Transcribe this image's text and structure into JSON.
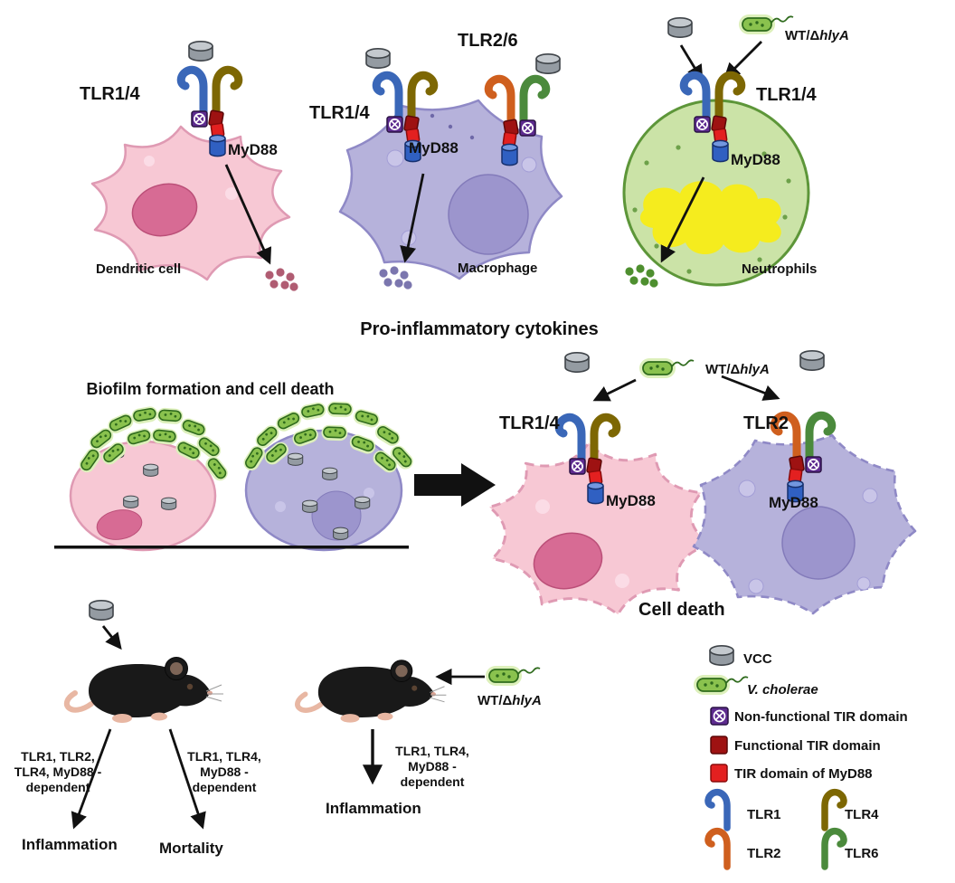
{
  "labels": {
    "pro_inflammatory": "Pro-inflammatory cytokines",
    "biofilm_title": "Biofilm formation and cell death",
    "cell_death": "Cell death",
    "wt_prefix": "WT/Δ",
    "wt_italic": "hlyA"
  },
  "cells": {
    "dendritic": {
      "name": "Dendritic cell",
      "receptor": "TLR1/4",
      "adaptor": "MyD88"
    },
    "macrophage": {
      "name": "Macrophage",
      "receptor_a": "TLR1/4",
      "receptor_b": "TLR2/6",
      "adaptor": "MyD88"
    },
    "neutrophil": {
      "name": "Neutrophils",
      "receptor": "TLR1/4",
      "adaptor": "MyD88"
    },
    "cell_death_pink": {
      "receptor": "TLR1/4",
      "adaptor": "MyD88"
    },
    "cell_death_purple": {
      "receptor": "TLR2",
      "adaptor": "MyD88"
    }
  },
  "mouse_pathways": {
    "vcc_inflammation": {
      "label": "TLR1, TLR2,\nTLR4, MyD88 -\ndependent",
      "outcome": "Inflammation"
    },
    "vcc_mortality": {
      "label": "TLR1, TLR4,\nMyD88 -\ndependent",
      "outcome": "Mortality"
    },
    "wt_inflammation": {
      "label": "TLR1, TLR4,\nMyD88 -\ndependent",
      "outcome": "Inflammation"
    }
  },
  "legend": {
    "vcc": "VCC",
    "v_cholerae": "V. cholerae",
    "non_functional_tir": "Non-functional TIR domain",
    "functional_tir": "Functional TIR domain",
    "tir_myd88": "TIR domain of MyD88",
    "tlr1": "TLR1",
    "tlr4": "TLR4",
    "tlr2": "TLR2",
    "tlr6": "TLR6"
  },
  "colors": {
    "tlr1": "#3a67b8",
    "tlr4": "#7d6703",
    "tlr2": "#cf5f1e",
    "tlr6": "#4b8a3c",
    "non_functional_tir": "#5d2b8f",
    "functional_tir": "#9e1212",
    "tir_myd88": "#e32020",
    "myd88_cyl": "#3060c2",
    "vcc_body": "#949ba2",
    "vcc_top": "#c4c9ce",
    "bacterium_fill": "#8ac24e",
    "bacterium_stroke": "#2f6b1d",
    "bacterium_glow": "#ddf0bb",
    "dendritic_fill": "#f7c8d4",
    "dendritic_stroke": "#df9ab3",
    "dendritic_nucleus": "#d76b94",
    "macrophage_fill": "#b6b2db",
    "macrophage_stroke": "#8f89c6",
    "macrophage_nucleus": "#9c95cd",
    "neutrophil_fill": "#cbe3a7",
    "neutrophil_stroke": "#5d9639",
    "neutrophil_nucleus": "#f5ec1e",
    "cytokine_dendritic": "#b05c72",
    "cytokine_macrophage": "#7b76ae",
    "cytokine_neutrophil": "#4e8f2f"
  }
}
